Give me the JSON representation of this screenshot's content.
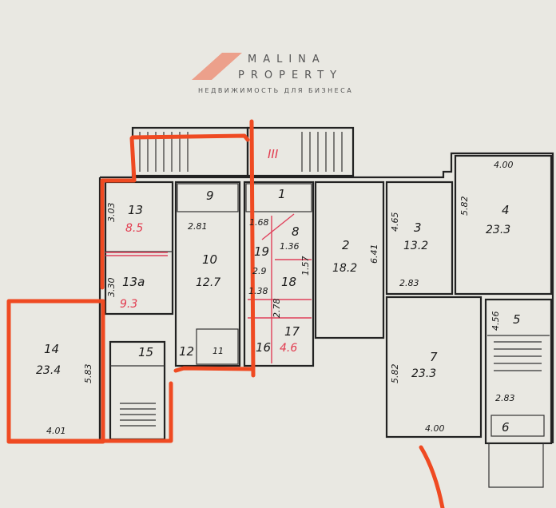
{
  "watermark": {
    "brand_line1": "MALINA",
    "brand_line2": "PROPERTY",
    "tagline": "НЕДВИЖИМОСТЬ ДЛЯ БИЗНЕСА"
  },
  "colors": {
    "paper": "#e9e8e2",
    "walls": "#222222",
    "highlight": "#ef4a22",
    "annotations": "#e23a4e"
  },
  "rooms": [
    {
      "id": "13",
      "area": "8.5"
    },
    {
      "id": "13a",
      "area": "9.3"
    },
    {
      "id": "14",
      "area": "23.4"
    },
    {
      "id": "15"
    },
    {
      "id": "9"
    },
    {
      "id": "10",
      "area": "12.7"
    },
    {
      "id": "12"
    },
    {
      "id": "11"
    },
    {
      "id": "1"
    },
    {
      "id": "8"
    },
    {
      "id": "19",
      "area": "2.9"
    },
    {
      "id": "18"
    },
    {
      "id": "17",
      "area": "4.6"
    },
    {
      "id": "16"
    },
    {
      "id": "2",
      "area": "18.2"
    },
    {
      "id": "3",
      "area": "13.2"
    },
    {
      "id": "4",
      "area": "23.3"
    },
    {
      "id": "5"
    },
    {
      "id": "6"
    },
    {
      "id": "7",
      "area": "23.3"
    }
  ],
  "balcony_label": "III",
  "dimensions": {
    "r13_height": "3.03",
    "r13a_height": "3.30",
    "r14_height": "5.83",
    "r14_width": "4.01",
    "r10_width": "2.81",
    "r19_width": "1.68",
    "r18_width": "1.36",
    "r18_height": "1.57",
    "r19_sub": "1.38",
    "r17_height": "2.78",
    "r2_height": "6.41",
    "r3_height": "4.65",
    "r3_width": "2.83",
    "r4_width": "4.00",
    "r4_height": "5.82",
    "r5_height": "4.56",
    "r7_height": "5.82",
    "r7_width": "4.00",
    "stair_width": "2.83"
  }
}
